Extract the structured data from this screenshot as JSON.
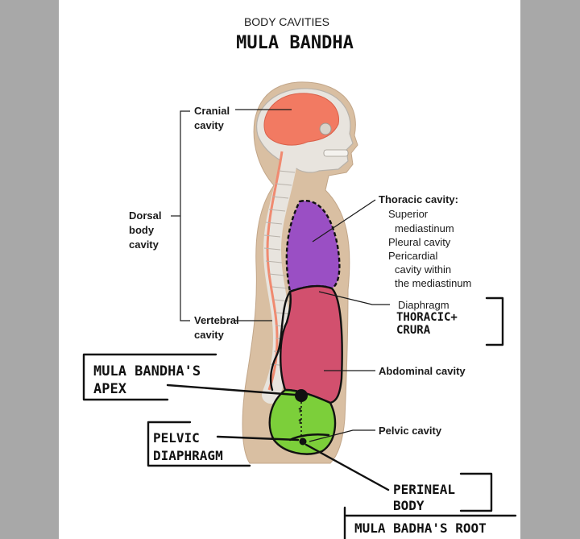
{
  "title": "BODY CAVITIES",
  "handwritten_title": "MULA BANDHA",
  "labels": {
    "cranial": [
      "Cranial",
      "cavity"
    ],
    "dorsal": [
      "Dorsal",
      "body",
      "cavity"
    ],
    "vertebral": [
      "Vertebral",
      "cavity"
    ],
    "thoracic_heading": "Thoracic cavity:",
    "thoracic_sub": [
      "Superior",
      "mediastinum",
      "Pleural cavity",
      "Pericardial",
      "cavity within",
      "the mediastinum"
    ],
    "diaphragm": "Diaphragm",
    "abdominal": "Abdominal cavity",
    "pelvic": "Pelvic cavity"
  },
  "annotations": {
    "thoracic_crura": [
      "THORACIC+",
      "CRURA"
    ],
    "mula_bandha_apex": [
      "MULA BANDHA'S",
      "APEX"
    ],
    "pelvic_diaphragm": [
      "PELVIC",
      "DIAPHRAGM"
    ],
    "perineal_body": [
      "PERINEAL",
      "BODY"
    ],
    "mula_bandha_root": "MULA BADHA'S ROOT"
  },
  "colors": {
    "background_frame": "#a8a8a8",
    "sheet": "#ffffff",
    "body_skin": "#d9bfa2",
    "brain": "#f27a62",
    "thoracic": "#9a4fc4",
    "abdominal": "#d2506e",
    "pelvic": "#7ccf3a",
    "spinal_cord": "#f08a70",
    "bone": "#e8e4de"
  }
}
